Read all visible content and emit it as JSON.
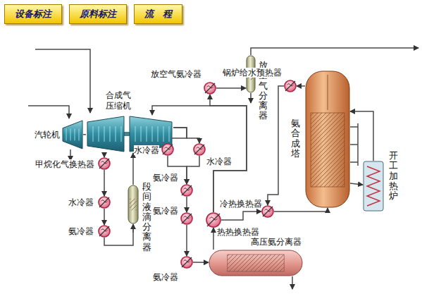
{
  "diagram": {
    "nodes": [
      {
        "text": [
          "设备标注"
        ]
      },
      {
        "text": [
          "原料标注"
        ]
      },
      {
        "text": [
          "流　程"
        ]
      },
      {
        "text": [
          "汽轮机"
        ]
      },
      {
        "text": [
          "合成气压缩机"
        ]
      },
      {
        "text": [
          "甲烷化气换热器"
        ]
      },
      {
        "text": [
          "水冷器"
        ]
      },
      {
        "text": [
          "氨冷器"
        ]
      },
      {
        "text": [
          "段间液滴分离器"
        ]
      },
      {
        "text": [
          "水冷器"
        ]
      },
      {
        "text": [
          "水冷器"
        ]
      },
      {
        "text": [
          "氨冷器"
        ]
      },
      {
        "text": [
          "氨冷器"
        ]
      },
      {
        "text": [
          "冷热换热器"
        ]
      },
      {
        "text": [
          "热热换热器"
        ]
      },
      {
        "text": [
          "高压氨分离器"
        ]
      },
      {
        "text": [
          "氨冷器"
        ]
      },
      {
        "text": [
          "放空气氨冷器"
        ]
      },
      {
        "text": [
          "放空气分离器"
        ]
      },
      {
        "text": [
          "锅炉给水预热器"
        ]
      },
      {
        "text": [
          "氨合成塔"
        ]
      },
      {
        "text": [
          "开工加热炉"
        ]
      }
    ],
    "edges": [
      {
        "from": 3,
        "to": 4,
        "arrow": "none"
      },
      {
        "from": 4,
        "to": 5,
        "arrow": "to"
      },
      {
        "from": 5,
        "to": 6,
        "arrow": "to"
      },
      {
        "from": 6,
        "to": 7,
        "arrow": "to"
      },
      {
        "from": 7,
        "to": 8,
        "arrow": "to"
      },
      {
        "from": 8,
        "to": 4,
        "arrow": "to"
      },
      {
        "from": 4,
        "to": 9,
        "arrow": "to"
      },
      {
        "from": 4,
        "to": 10,
        "arrow": "to"
      },
      {
        "from": 9,
        "to": 11,
        "arrow": "to"
      },
      {
        "from": 10,
        "to": 11,
        "arrow": "to"
      },
      {
        "from": 11,
        "to": 12,
        "arrow": "to"
      },
      {
        "from": 12,
        "to": 16,
        "arrow": "to"
      },
      {
        "from": 16,
        "to": 15,
        "arrow": "to"
      },
      {
        "from": 15,
        "to": 13,
        "arrow": "to"
      },
      {
        "from": 13,
        "to": 4,
        "arrow": "to"
      },
      {
        "from": 13,
        "to": 17,
        "arrow": "to"
      },
      {
        "from": 17,
        "to": 18,
        "arrow": "to"
      },
      {
        "from": 13,
        "to": 14,
        "arrow": "to"
      },
      {
        "from": 14,
        "to": 20,
        "arrow": "to"
      },
      {
        "from": 20,
        "to": 19,
        "arrow": "to"
      },
      {
        "from": 19,
        "to": 14,
        "arrow": "to"
      },
      {
        "from": 20,
        "to": 21,
        "arrow": "to"
      },
      {
        "from": 21,
        "to": 20,
        "arrow": "to"
      }
    ]
  }
}
